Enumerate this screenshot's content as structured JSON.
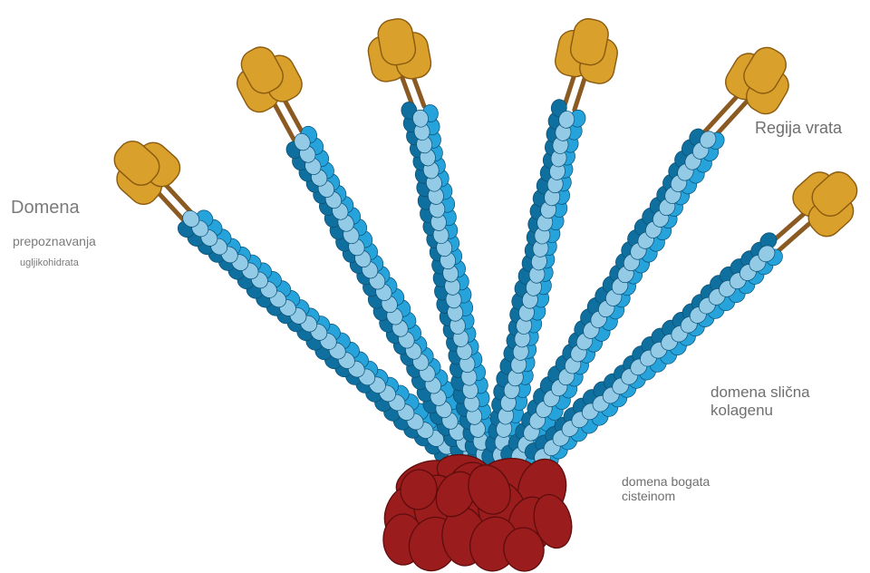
{
  "labels": {
    "carb_domain_line1": "Domena",
    "carb_domain_line2": "prepoznavanja",
    "carb_domain_line3": "ugljikohidrata",
    "neck_region": "Regija vrata",
    "collagen_like_line1": "domena slična",
    "collagen_like_line2": "kolagenu",
    "cysteine_rich_line1": "domena bogata",
    "cysteine_rich_line2": "cisteinom"
  },
  "colors": {
    "head": "#d9a02b",
    "head_stroke": "#8a5a10",
    "neck": "#8a5a22",
    "bead_dark": "#0f6f9e",
    "bead_mid": "#27a3dc",
    "bead_light": "#93cae6",
    "base": "#9b1c1c",
    "base_stroke": "#5e0d0d",
    "label_text": "#7b7b7b"
  },
  "arm_count": 6
}
